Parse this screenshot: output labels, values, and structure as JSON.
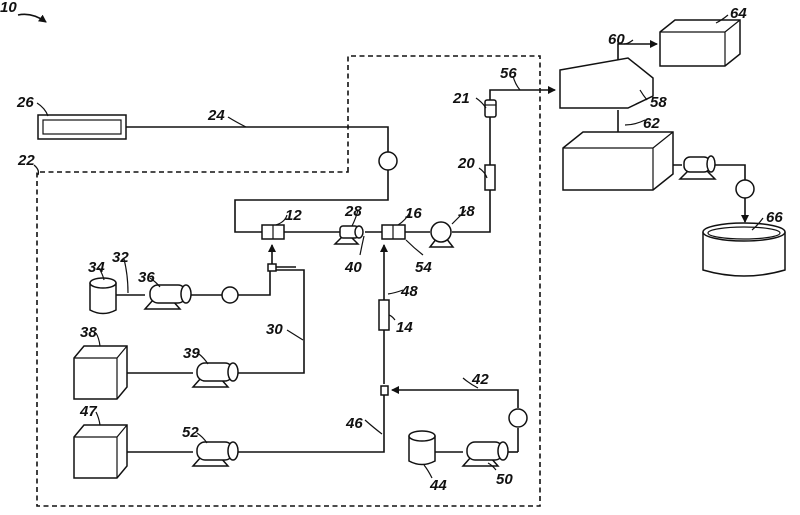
{
  "labels": {
    "l10": "10",
    "l12": "12",
    "l14": "14",
    "l16": "16",
    "l18": "18",
    "l20": "20",
    "l21": "21",
    "l22": "22",
    "l24": "24",
    "l26": "26",
    "l28": "28",
    "l30": "30",
    "l32": "32",
    "l34": "34",
    "l36": "36",
    "l38": "38",
    "l39": "39",
    "l40": "40",
    "l42": "42",
    "l44": "44",
    "l46": "46",
    "l47": "47",
    "l48": "48",
    "l50": "50",
    "l52": "52",
    "l54": "54",
    "l56": "56",
    "l58": "58",
    "l60": "60",
    "l62": "62",
    "l64": "64",
    "l66": "66"
  }
}
